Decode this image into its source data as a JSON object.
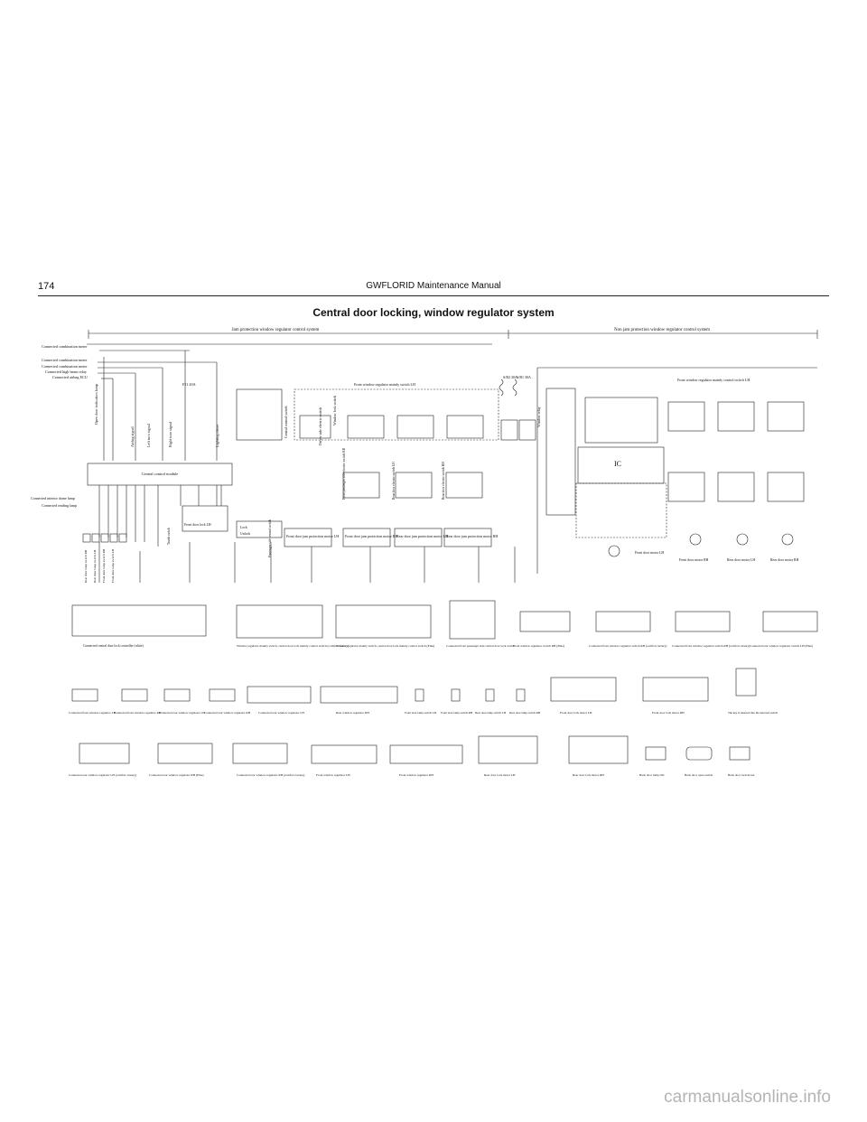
{
  "header": {
    "page_number": "174",
    "manual_title": "GWFLORID Maintenance Manual"
  },
  "diagram_title": "Central door locking, window regulator system",
  "sections": {
    "left": "Jam protection window regulator control system",
    "right": "Non jam protection window regulator control system"
  },
  "left_connections": [
    "Connected combination meter",
    "Connected combination meter",
    "Connected combination meter",
    "Connected high beam relay",
    "Connected airbag ECU"
  ],
  "fuses": [
    "F11 20A",
    "S/B2 30A",
    "S/B1 30A"
  ],
  "vertical_labels": [
    "Open door indication lamp",
    "Airbag signal",
    "Left turn signal",
    "Right turn signal",
    "Lighting driver",
    "Central control switch",
    "Driver side electric switch",
    "Window lock switch",
    "Front passenger side electric switch RH",
    "Rear door electric switch LH",
    "Rear door electric switch RH",
    "Window relay",
    "Passenger side central switch",
    "Trunk switch"
  ],
  "module_label": "Central control module",
  "interior_labels": {
    "interior_dome": "Connected interior dome lamp",
    "reading_lamp": "Connected reading lamp",
    "window_master_lh": "Front window regulator mainly switch LH",
    "window_master_lh_2": "Front window regulator mainly control switch LH",
    "front_door_lock_lh": "Front door lock LH",
    "lock": "Lock",
    "unlock": "Unlock"
  },
  "motors": [
    "Front door jam protection motor LH",
    "Front door jam protection motor RH",
    "Rear door jam protection motor LH",
    "Rear door jam protection motor RH"
  ],
  "right_motors": [
    "Front door motor LH",
    "Front door motor RH",
    "Rear door motor LH",
    "Rear door motor RH"
  ],
  "door_switches": [
    "Rear door lamp switch RH",
    "Rear door lamp switch LH",
    "Front door lamp switch RH",
    "Front door lamp switch LH"
  ],
  "connector_row1": [
    "Connected central door lock controller (white)",
    "Window regulator mainly switch, central door lock mainly control switch (comfort, luxury)",
    "Window regulator mainly switch, central door lock mainly control switch (Elite)",
    "Connected front passenger side central door lock switch",
    "Front window regulator switch RH (Elite)",
    "Connected front window regulator switch RH (comfort, luxury)",
    "Connected front window regulator switch RH (comfort, luxury)",
    "Connected rear window regulator switch LH (Elite)"
  ],
  "connector_row2": [
    "Connected front window regulator LH",
    "Connected front window regulator RH",
    "Connected rear window regulator LH",
    "Connected rear window regulator RH",
    "Connected rear window regulator LH",
    "Rear window regulator RH",
    "Front door lamp switch LH",
    "Front door lamp switch RH",
    "Rear door lamp switch LH",
    "Rear door lamp switch RH",
    "Front door lock motor LH",
    "Front door lock motor RH",
    "The key is inserted into the detected switch"
  ],
  "connector_row3": [
    "Connected rear window regulator LH (comfort, luxury)",
    "Connected rear window regulator RH (Elite)",
    "Connected rear window regulator RH (comfort, luxury)",
    "Front window regulator LH",
    "Front window regulator RH",
    "Rear door lock motor LH",
    "Rear door lock motor RH",
    "Back door lamp ON",
    "Back door open switch",
    "Back door lock motor"
  ],
  "ic_label": "IC",
  "watermark": "carmanualsonline.info"
}
